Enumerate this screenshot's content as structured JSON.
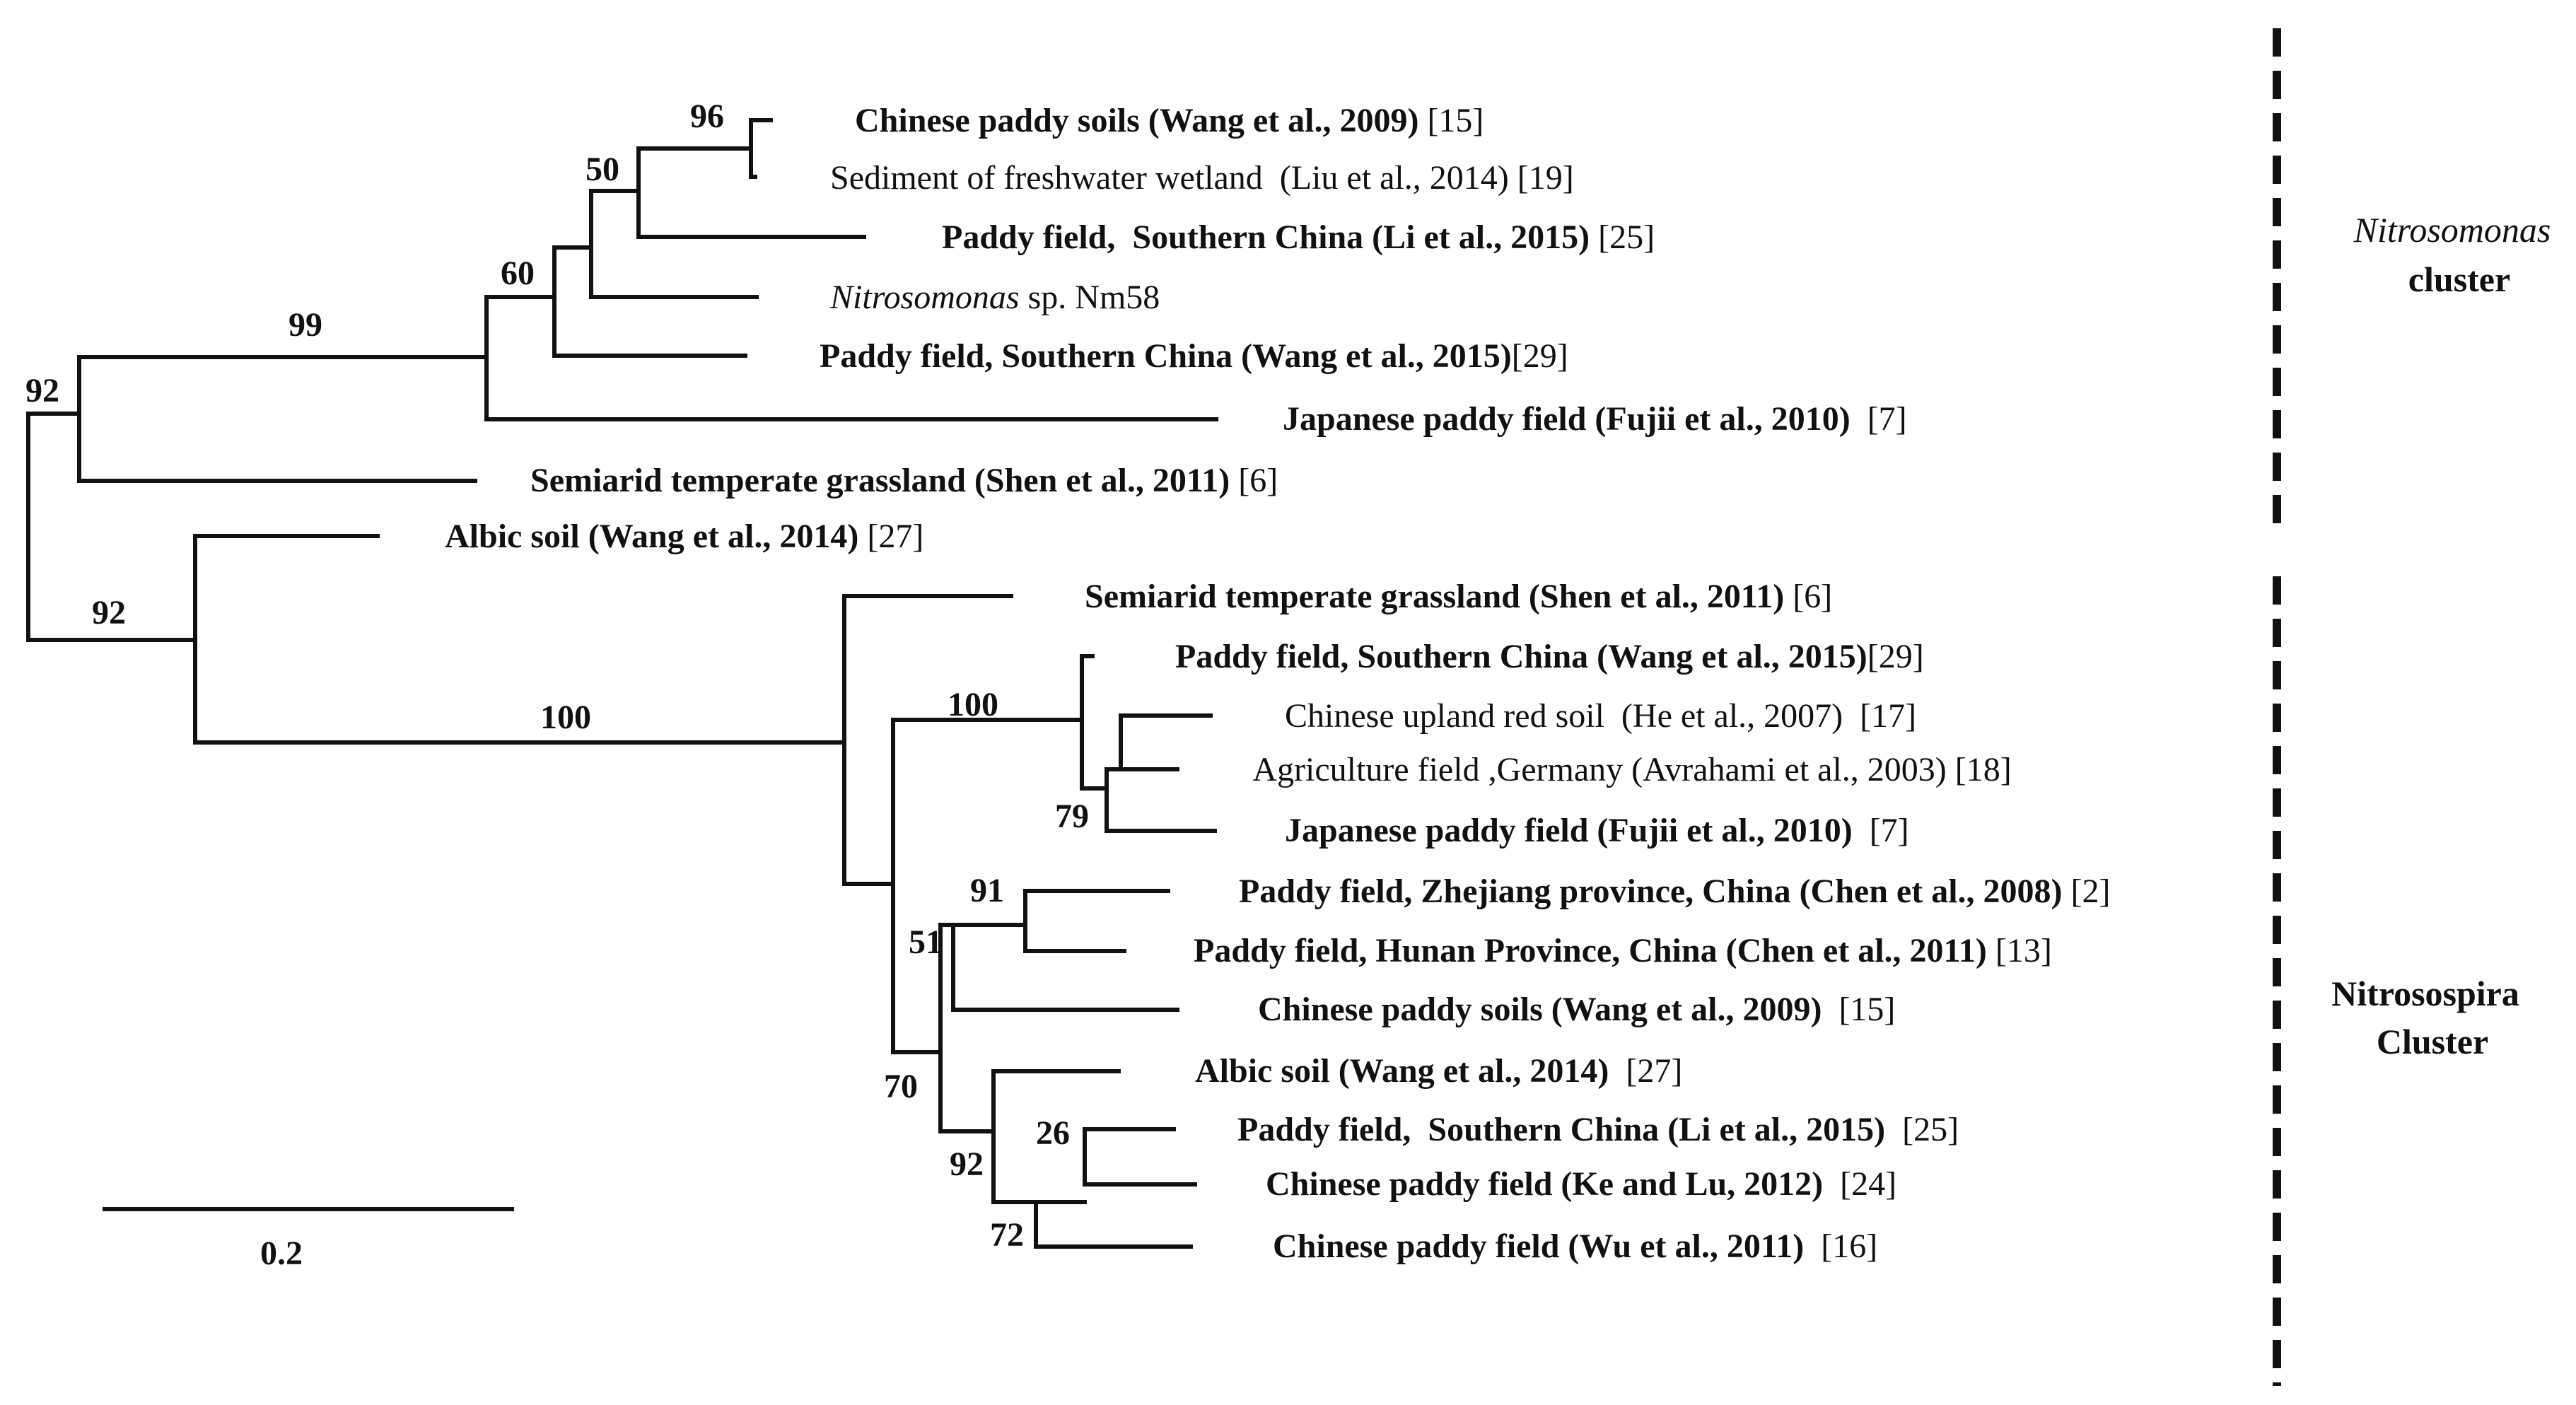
{
  "colors": {
    "ink": "#111111",
    "background": "#ffffff"
  },
  "scale_bar": {
    "label": "0.2",
    "length": 0.2
  },
  "clusters": [
    {
      "key": "nitrosomonas",
      "name": "Nitrosomonas",
      "suffix": "cluster"
    },
    {
      "key": "nitrosospira",
      "name": "Nitrosospira",
      "suffix": "Cluster"
    }
  ],
  "tree": {
    "bootstrap": {
      "root_upper": "92",
      "root_lower": "92",
      "n99": "99",
      "n60": "60",
      "n50": "50",
      "n96": "96",
      "n100a": "100",
      "n100b": "100",
      "n79": "79",
      "n70": "70",
      "n51": "51",
      "n91": "91",
      "n92b": "92",
      "n72": "72",
      "n26": "26"
    },
    "leaves": [
      {
        "id": "l1",
        "text": "Chinese paddy soils (Wang et al., 2009)",
        "ref": " [15]",
        "style": "bold"
      },
      {
        "id": "l2",
        "text": "Sediment of freshwater wetland  (Liu et al., 2014)",
        "ref": " [19]",
        "style": "plain"
      },
      {
        "id": "l3",
        "text": "Paddy field,  Southern China (Li et al., 2015)",
        "ref": " [25]",
        "style": "bold"
      },
      {
        "id": "l4",
        "text": "Nitrosomonas",
        "ref": " sp. Nm58",
        "style": "italic"
      },
      {
        "id": "l5",
        "text": "Paddy field, Southern China (Wang et al., 2015)",
        "ref": "[29]",
        "style": "bold"
      },
      {
        "id": "l6",
        "text": "Japanese paddy field (Fujii et al., 2010)",
        "ref": "  [7]",
        "style": "bold"
      },
      {
        "id": "l7",
        "text": "Semiarid temperate grassland (Shen et al., 2011)",
        "ref": " [6]",
        "style": "bold"
      },
      {
        "id": "l8",
        "text": "Albic soil (Wang et al., 2014)",
        "ref": " [27]",
        "style": "bold"
      },
      {
        "id": "l9",
        "text": "Semiarid temperate grassland (Shen et al., 2011)",
        "ref": " [6]",
        "style": "bold"
      },
      {
        "id": "l10",
        "text": "Paddy field, Southern China (Wang et al., 2015)",
        "ref": "[29]",
        "style": "bold"
      },
      {
        "id": "l11",
        "text": "Chinese upland red soil  (He et al., 2007)",
        "ref": "  [17]",
        "style": "plain"
      },
      {
        "id": "l12",
        "text": "Agriculture field ,Germany (Avrahami et al., 2003)",
        "ref": " [18]",
        "style": "plain"
      },
      {
        "id": "l13",
        "text": "Japanese paddy field (Fujii et al., 2010)",
        "ref": "  [7]",
        "style": "bold"
      },
      {
        "id": "l14",
        "text": "Paddy field, Zhejiang province, China (Chen et al., 2008)",
        "ref": " [2]",
        "style": "bold"
      },
      {
        "id": "l15",
        "text": "Paddy field, Hunan Province, China (Chen et al., 2011)",
        "ref": " [13]",
        "style": "bold"
      },
      {
        "id": "l16",
        "text": "Chinese paddy soils (Wang et al., 2009)",
        "ref": "  [15]",
        "style": "bold"
      },
      {
        "id": "l17",
        "text": "Albic soil (Wang et al., 2014)",
        "ref": "  [27]",
        "style": "bold"
      },
      {
        "id": "l18",
        "text": "Paddy field,  Southern China (Li et al., 2015)",
        "ref": "  [25]",
        "style": "bold"
      },
      {
        "id": "l19",
        "text": "Chinese paddy field (Ke and Lu, 2012)",
        "ref": "  [24]",
        "style": "bold"
      },
      {
        "id": "l20",
        "text": "Chinese paddy field (Wu et al., 2011)",
        "ref": "  [16]",
        "style": "bold"
      }
    ]
  }
}
